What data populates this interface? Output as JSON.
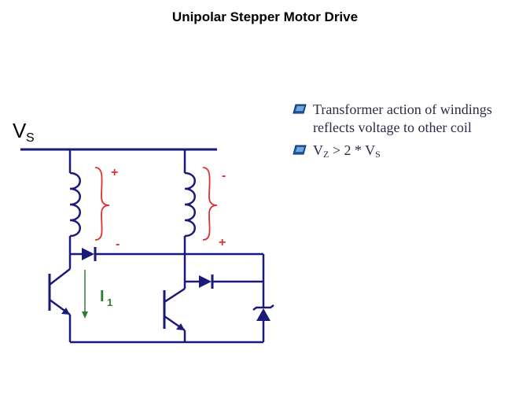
{
  "title": "Unipolar Stepper Motor Drive",
  "diagram": {
    "supply_label": "V",
    "supply_subscript": "S",
    "current_label": "I",
    "current_subscript": "1",
    "coil1_polarity_top": "+",
    "coil1_polarity_bottom": "-",
    "coil2_polarity_top": "-",
    "coil2_polarity_bottom": "+"
  },
  "bullets": [
    {
      "text": "Transformer action of windings reflects voltage to other coil"
    },
    {
      "prefix": "V",
      "prefix_sub": "Z",
      "middle": " > 2 * V",
      "suffix_sub": "S"
    }
  ],
  "colors": {
    "wire": "#1a1a7a",
    "polarity": "#e03030",
    "current": "#2e7d32",
    "text": "#2b2b4a"
  }
}
